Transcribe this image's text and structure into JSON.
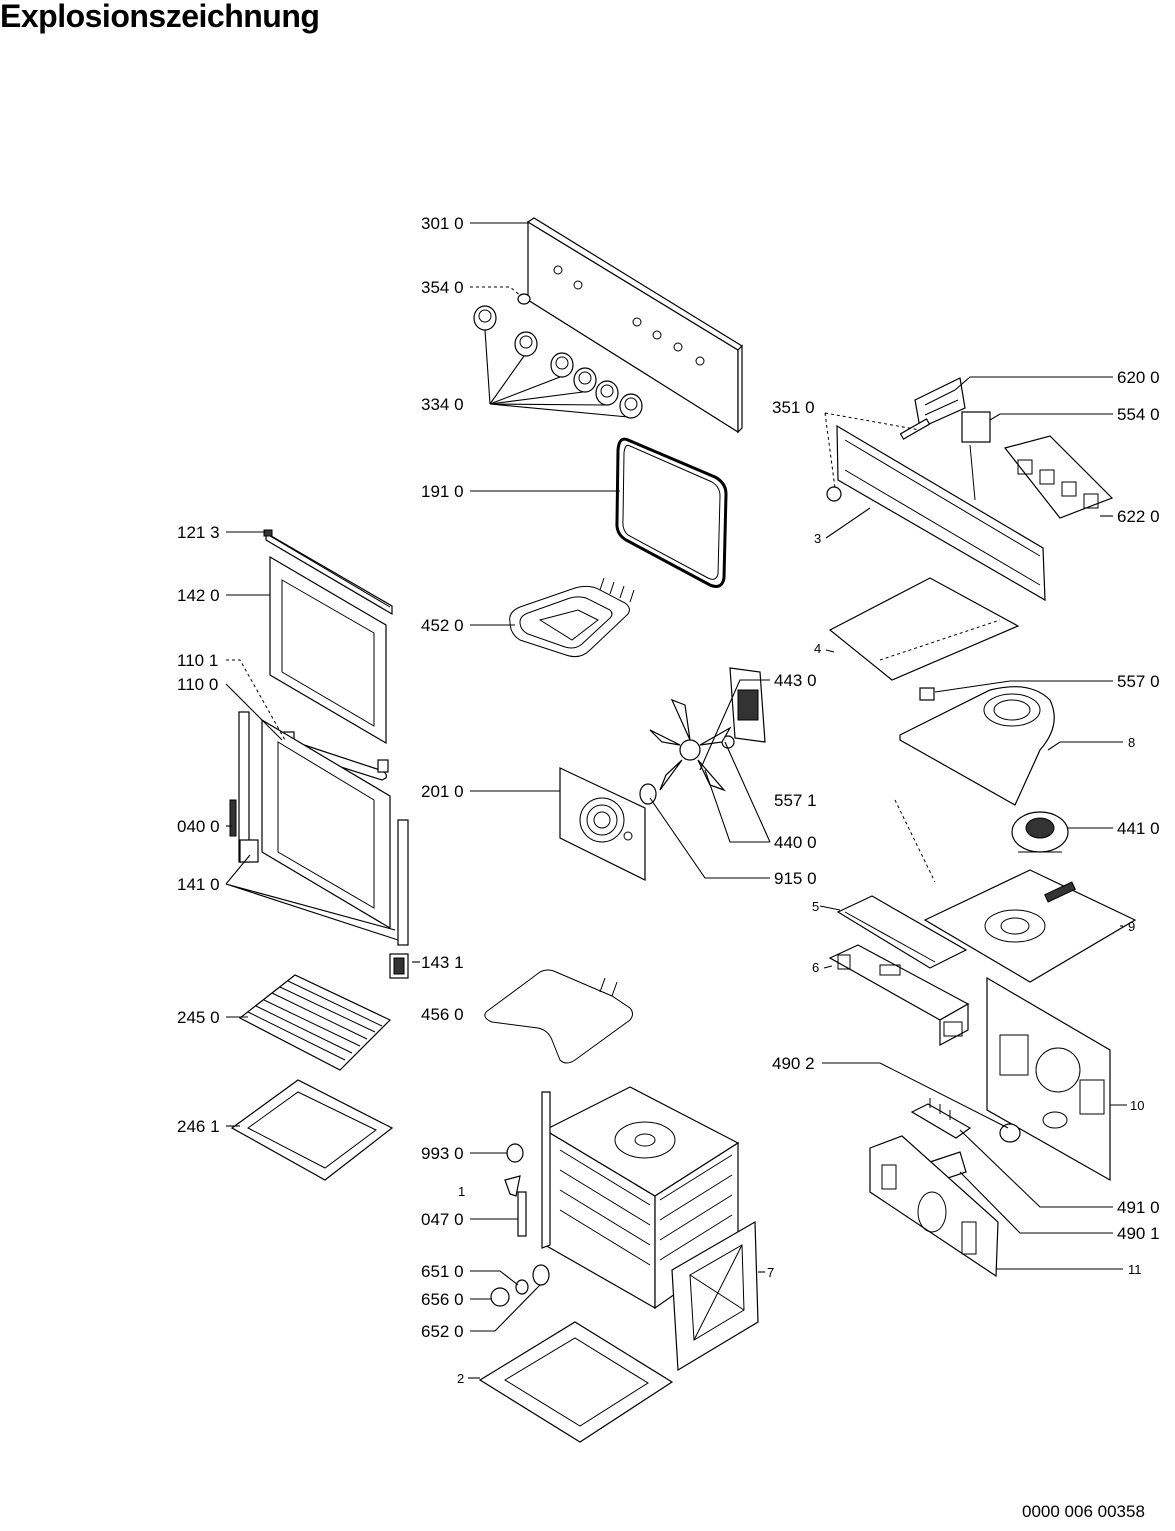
{
  "title": "Explosionszeichnung",
  "document_number": "0000 006 00358",
  "part_labels": [
    {
      "id": "p301",
      "text": "301 0"
    },
    {
      "id": "p354",
      "text": "354 0"
    },
    {
      "id": "p334",
      "text": "334 0"
    },
    {
      "id": "p191",
      "text": "191 0"
    },
    {
      "id": "p452",
      "text": "452 0"
    },
    {
      "id": "p121",
      "text": "121 3"
    },
    {
      "id": "p142",
      "text": "142 0"
    },
    {
      "id": "p1101",
      "text": "110 1"
    },
    {
      "id": "p1100",
      "text": "110 0"
    },
    {
      "id": "p040",
      "text": "040 0"
    },
    {
      "id": "p141",
      "text": "141 0"
    },
    {
      "id": "p201",
      "text": "201 0"
    },
    {
      "id": "p443",
      "text": "443 0"
    },
    {
      "id": "p5571",
      "text": "557 1"
    },
    {
      "id": "p440",
      "text": "440 0"
    },
    {
      "id": "p915",
      "text": "915 0"
    },
    {
      "id": "p143",
      "text": "143 1"
    },
    {
      "id": "p456",
      "text": "456 0"
    },
    {
      "id": "p245",
      "text": "245 0"
    },
    {
      "id": "p246",
      "text": "246 1"
    },
    {
      "id": "p993",
      "text": "993 0"
    },
    {
      "id": "p1",
      "text": "1"
    },
    {
      "id": "p047",
      "text": "047 0"
    },
    {
      "id": "p651",
      "text": "651 0"
    },
    {
      "id": "p656",
      "text": "656 0"
    },
    {
      "id": "p652",
      "text": "652 0"
    },
    {
      "id": "p2",
      "text": "2"
    },
    {
      "id": "p620",
      "text": "620 0"
    },
    {
      "id": "p351",
      "text": "351 0"
    },
    {
      "id": "p554",
      "text": "554 0"
    },
    {
      "id": "p622",
      "text": "622 0"
    },
    {
      "id": "p3",
      "text": "3"
    },
    {
      "id": "p4",
      "text": "4"
    },
    {
      "id": "p5570",
      "text": "557 0"
    },
    {
      "id": "p8",
      "text": "8"
    },
    {
      "id": "p441",
      "text": "441 0"
    },
    {
      "id": "p5",
      "text": "5"
    },
    {
      "id": "p9",
      "text": "9"
    },
    {
      "id": "p6",
      "text": "6"
    },
    {
      "id": "p4902",
      "text": "490 2"
    },
    {
      "id": "p10",
      "text": "10"
    },
    {
      "id": "p491",
      "text": "491 0"
    },
    {
      "id": "p4901",
      "text": "490 1"
    },
    {
      "id": "p11",
      "text": "11"
    },
    {
      "id": "p7",
      "text": "7"
    }
  ]
}
